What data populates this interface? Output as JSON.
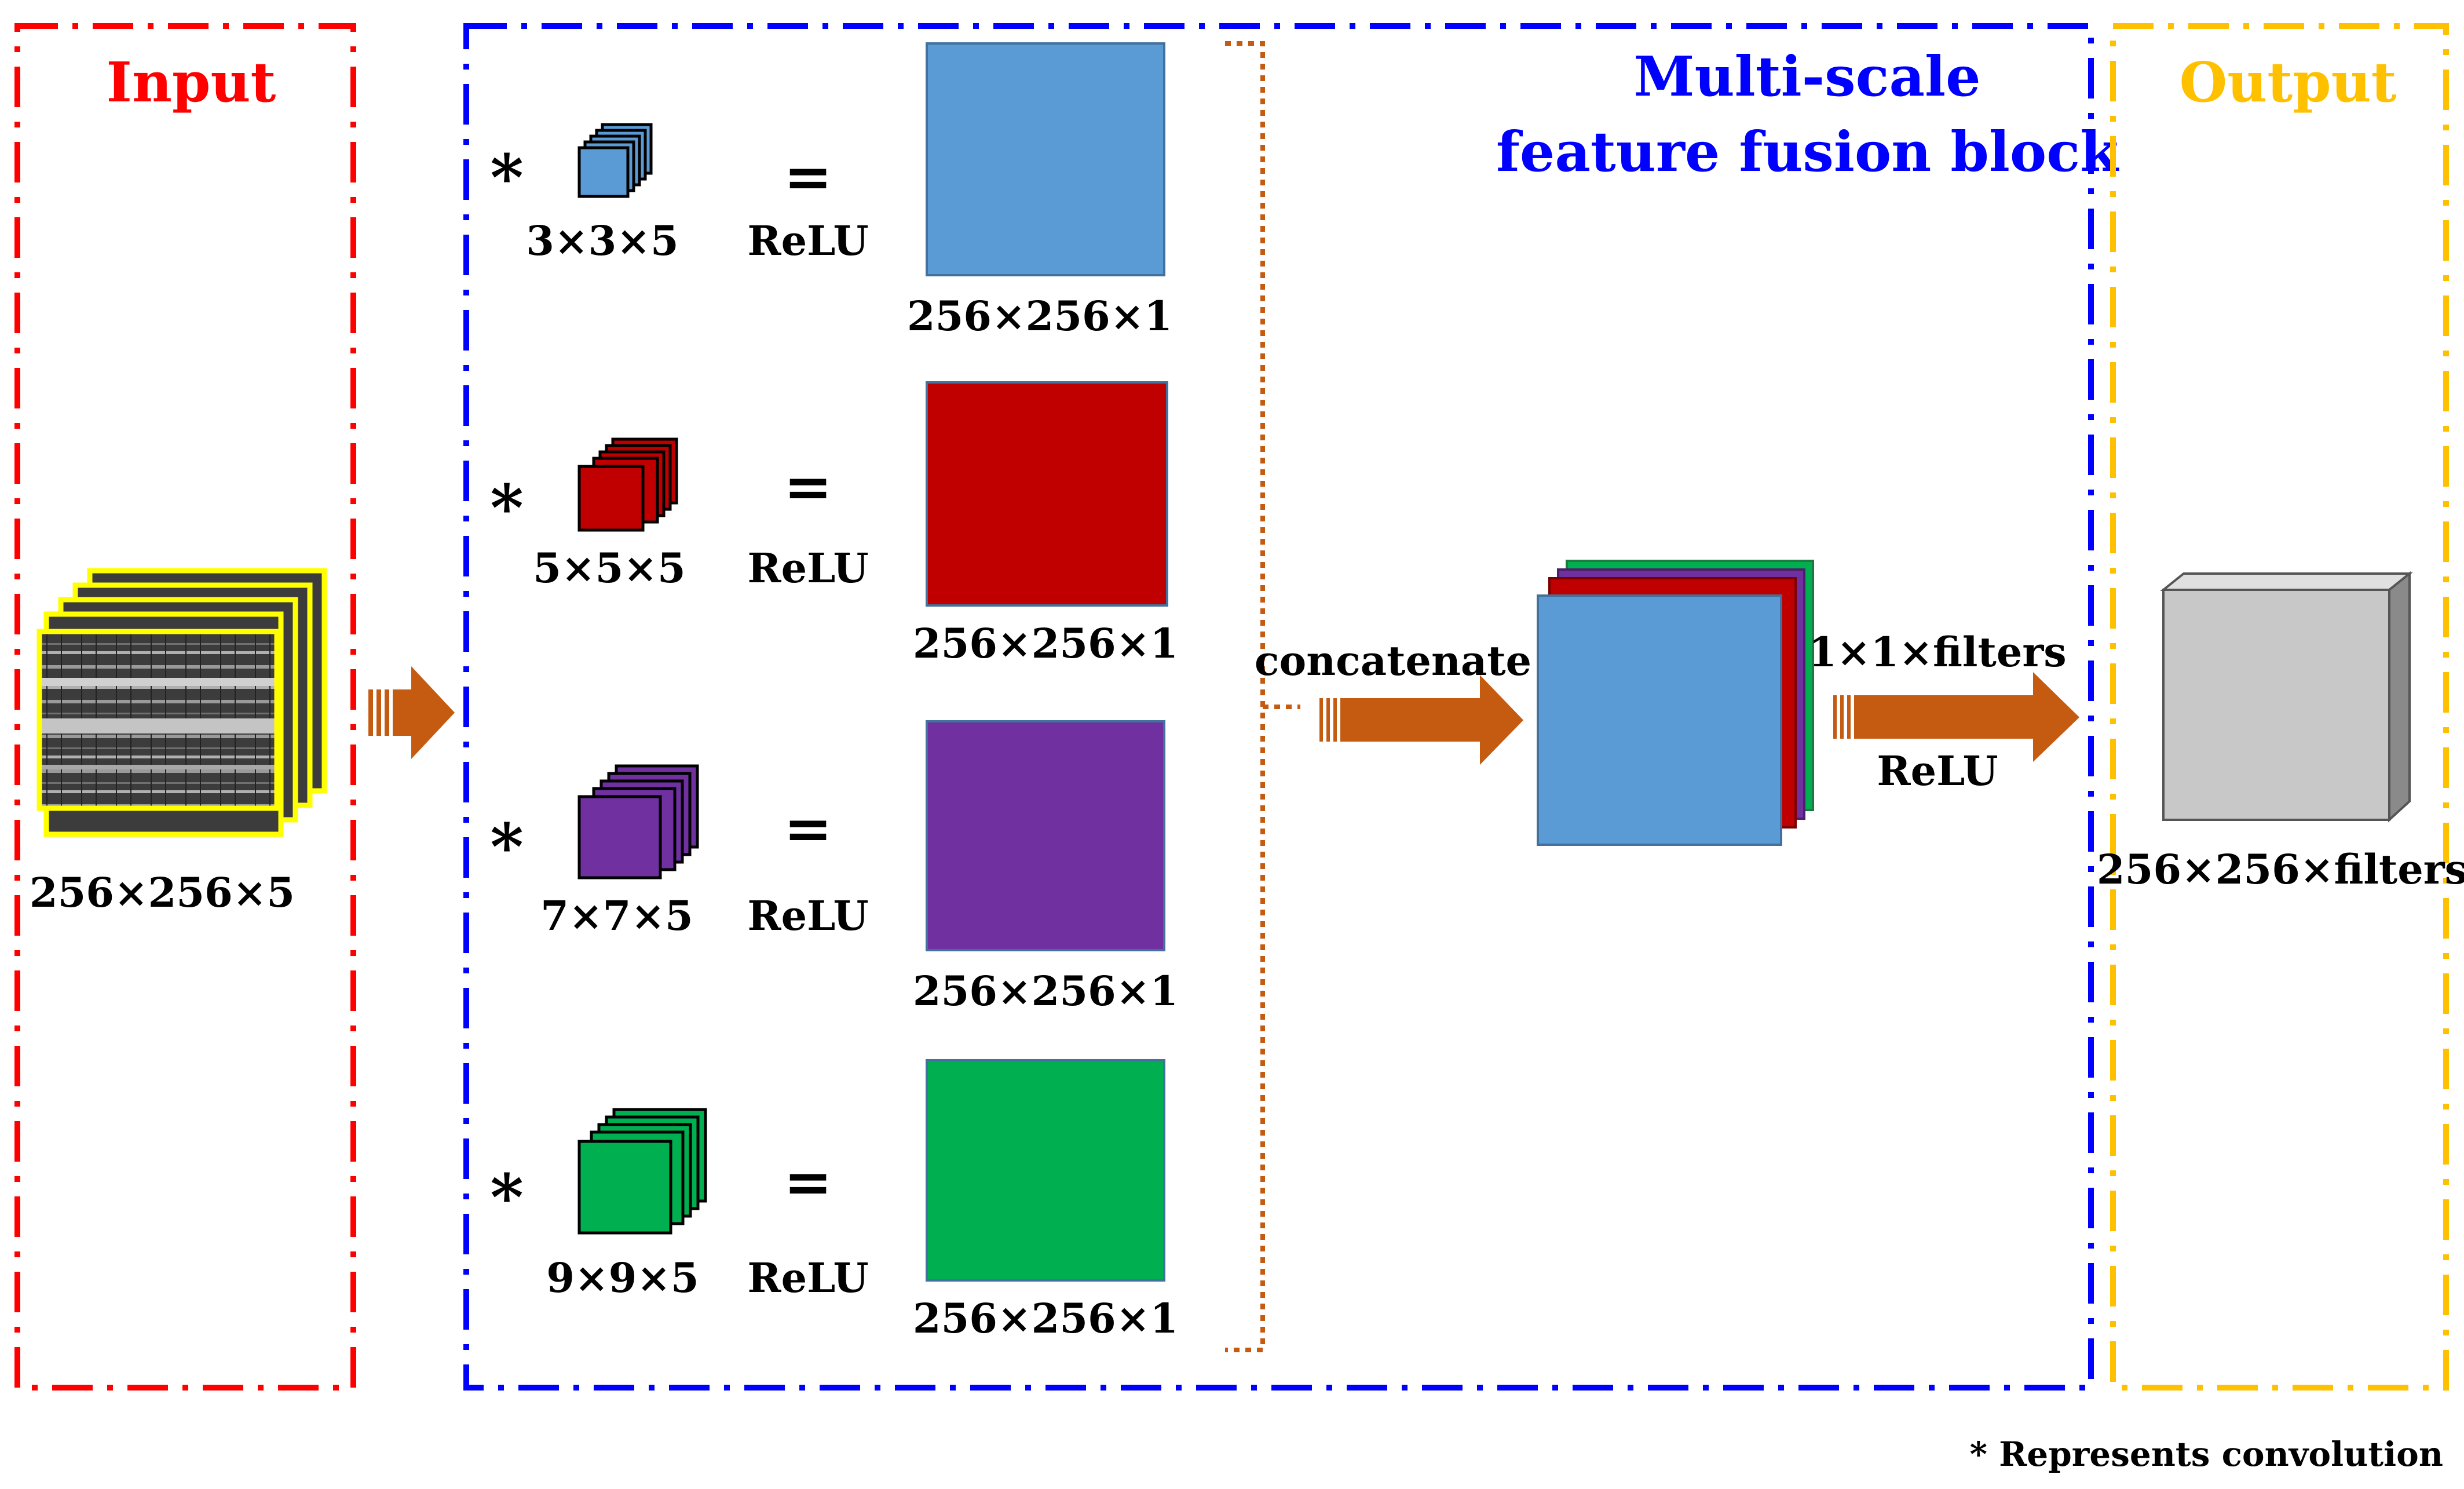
{
  "colors": {
    "input_border": "#ff0000",
    "fusion_border": "#0000ff",
    "output_border": "#ffc000",
    "arrow": "#c55a11",
    "blue": "#5b9bd5",
    "red": "#c00000",
    "purple": "#7030a0",
    "green": "#00b050",
    "gray": "#c8c8c8",
    "highlight": "#ffff00"
  },
  "input": {
    "title": "Input",
    "size_label": "256×256×5"
  },
  "fusion": {
    "title_line1": "Multi-scale",
    "title_line2": "feature fusion block",
    "convolution_symbol": "*",
    "equals_symbol": "=",
    "branches": [
      {
        "kernel": "3×3×5",
        "activation": "ReLU",
        "output": "256×256×1",
        "color": "#5b9bd5"
      },
      {
        "kernel": "5×5×5",
        "activation": "ReLU",
        "output": "256×256×1",
        "color": "#c00000"
      },
      {
        "kernel": "7×7×5",
        "activation": "ReLU",
        "output": "256×256×1",
        "color": "#7030a0"
      },
      {
        "kernel": "9×9×5",
        "activation": "ReLU",
        "output": "256×256×1",
        "color": "#00b050"
      }
    ],
    "concatenate_label": "concatenate",
    "conv_label": "1×1×filters",
    "conv_activation": "ReLU"
  },
  "output": {
    "title": "Output",
    "size_label": "256×256×filters"
  },
  "footnote": "* Represents convolution"
}
